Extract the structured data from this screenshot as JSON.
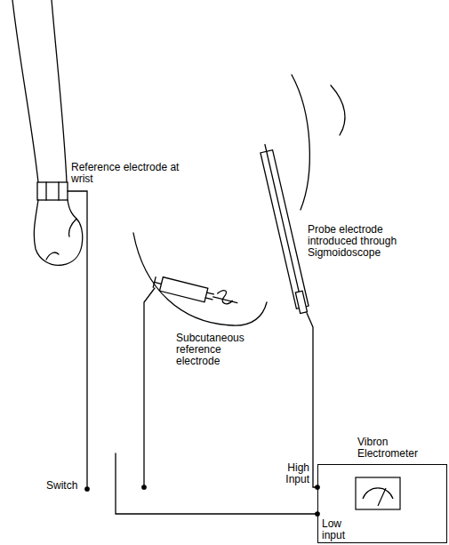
{
  "diagram": {
    "nodes": [
      {
        "text": [
          "Vibron Electrometer"
        ]
      }
    ],
    "labels": [
      "Reference electrode at wrist",
      "Subcutaneous reference electrode",
      "Probe electrode introduced through Sigmoidoscope",
      "Switch",
      "High Input",
      "Low input"
    ]
  }
}
